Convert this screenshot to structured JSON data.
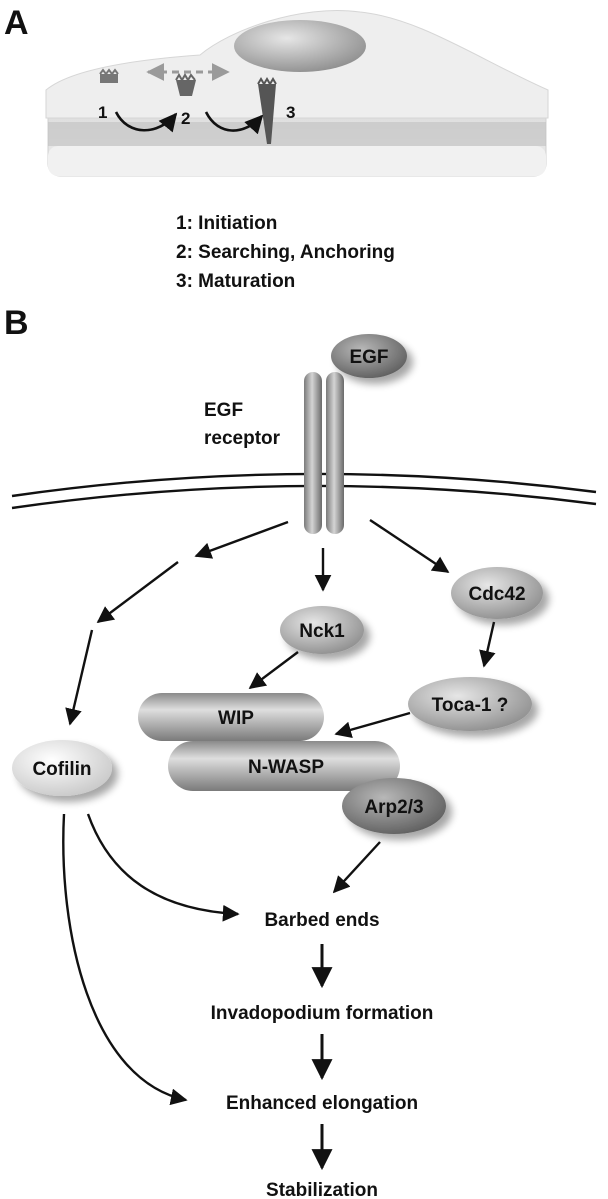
{
  "panel_a": {
    "letter": "A",
    "steps": [
      {
        "num": "1"
      },
      {
        "num": "2"
      },
      {
        "num": "3"
      }
    ],
    "legend": [
      "1: Initiation",
      "2: Searching, Anchoring",
      "3: Maturation"
    ]
  },
  "panel_b": {
    "letter": "B",
    "egf": "EGF",
    "receptor_line1": "EGF",
    "receptor_line2": "receptor",
    "cdc42": "Cdc42",
    "nck1": "Nck1",
    "toca1": "Toca-1 ?",
    "wip": "WIP",
    "nwasp": "N-WASP",
    "arp23": "Arp2/3",
    "cofilin": "Cofilin",
    "barbed_ends": "Barbed ends",
    "invadopodium": "Invadopodium formation",
    "elongation": "Enhanced elongation",
    "stabilization": "Stabilization"
  },
  "colors": {
    "dark_gray": "#6f6f6f",
    "mid_gray": "#a8a8a8",
    "light_gray": "#e4e4e4",
    "arrow": "#111111"
  }
}
